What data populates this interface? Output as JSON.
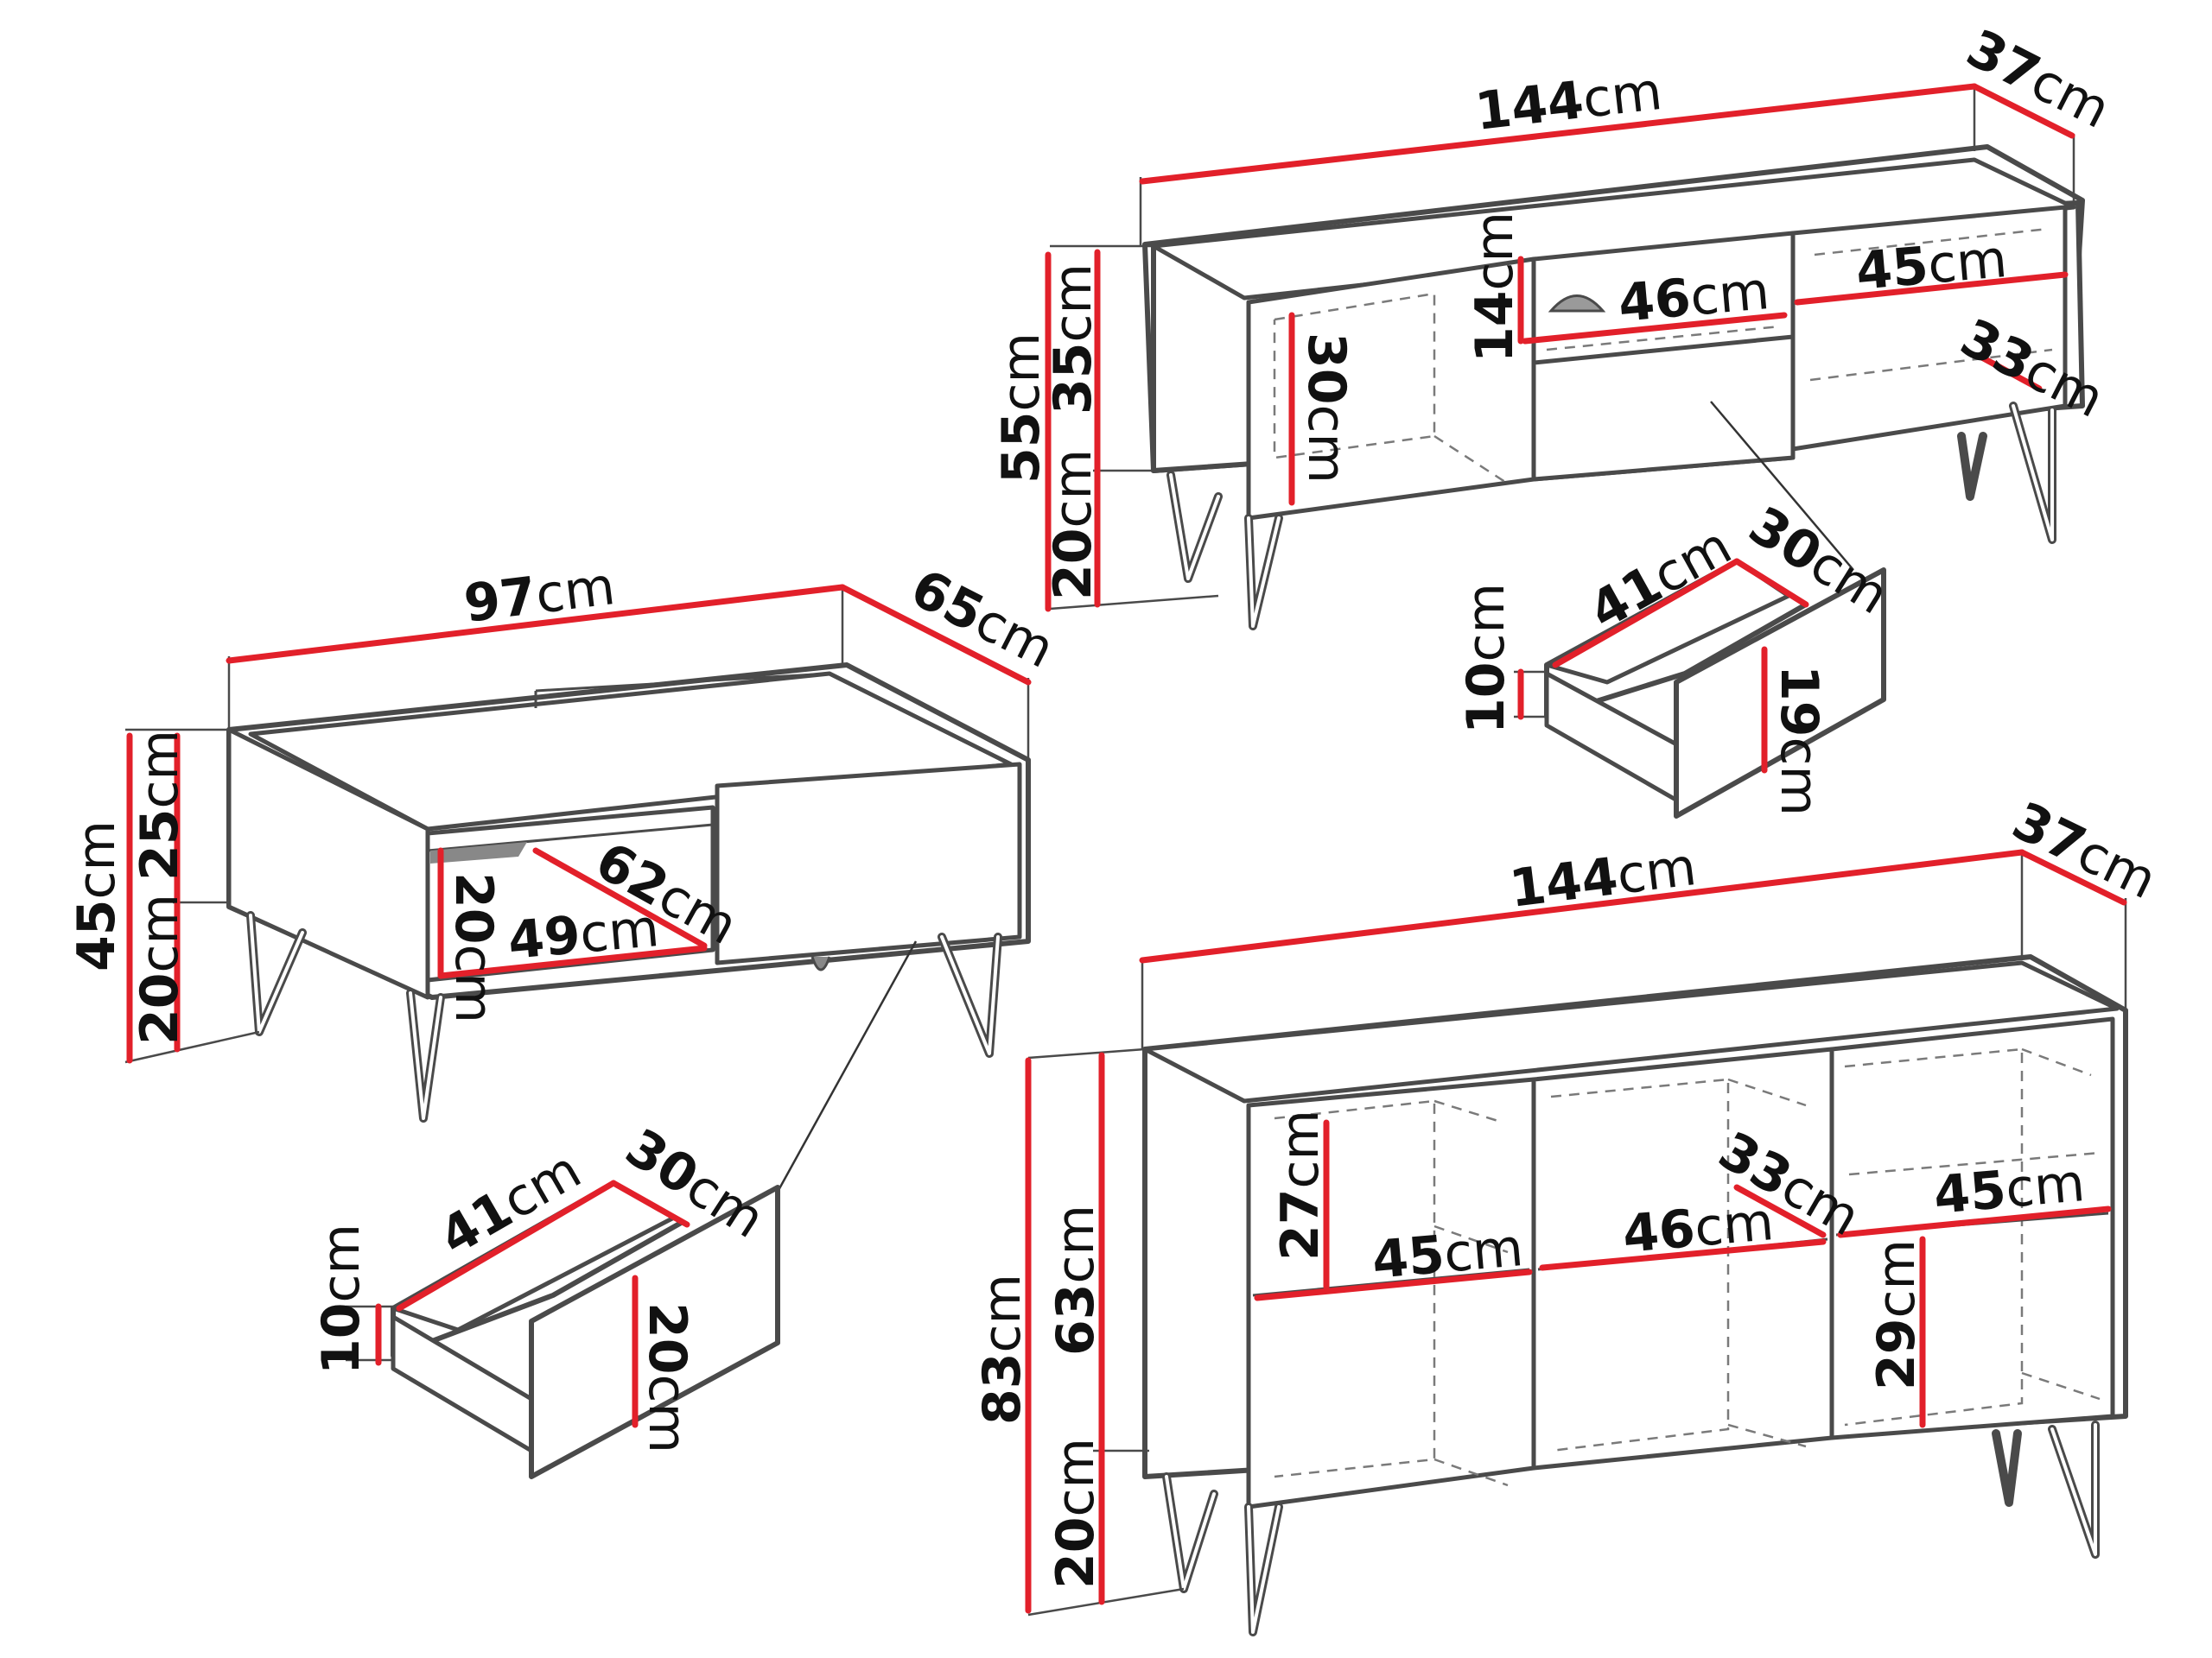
{
  "colors": {
    "dimension": "#e2202a",
    "outline": "#4a4a4a",
    "text": "#111111",
    "background": "#ffffff"
  },
  "tv_cabinet": {
    "width": {
      "num": "144",
      "unit": "cm"
    },
    "depth": {
      "num": "37",
      "unit": "cm"
    },
    "total_height": {
      "num": "55",
      "unit": "cm"
    },
    "body_height": {
      "num": "35",
      "unit": "cm"
    },
    "leg_height": {
      "num": "20",
      "unit": "cm"
    },
    "shelf_height": {
      "num": "30",
      "unit": "cm"
    },
    "niche_height": {
      "num": "14",
      "unit": "cm"
    },
    "niche_width": {
      "num": "46",
      "unit": "cm"
    },
    "right_width": {
      "num": "45",
      "unit": "cm"
    },
    "right_depth": {
      "num": "33",
      "unit": "cm"
    }
  },
  "tv_drawer": {
    "width": {
      "num": "41",
      "unit": "cm"
    },
    "depth": {
      "num": "30",
      "unit": "cm"
    },
    "inner_height": {
      "num": "10",
      "unit": "cm"
    },
    "front_height": {
      "num": "19",
      "unit": "cm"
    }
  },
  "coffee_table": {
    "width": {
      "num": "97",
      "unit": "cm"
    },
    "depth": {
      "num": "65",
      "unit": "cm"
    },
    "total_height": {
      "num": "45",
      "unit": "cm"
    },
    "body_height": {
      "num": "25",
      "unit": "cm"
    },
    "leg_height": {
      "num": "20",
      "unit": "cm"
    },
    "shelf_height": {
      "num": "20",
      "unit": "cm"
    },
    "shelf_width": {
      "num": "49",
      "unit": "cm"
    },
    "shelf_diag": {
      "num": "62",
      "unit": "cm"
    }
  },
  "table_drawer": {
    "width": {
      "num": "41",
      "unit": "cm"
    },
    "depth": {
      "num": "30",
      "unit": "cm"
    },
    "inner_height": {
      "num": "10",
      "unit": "cm"
    },
    "front_height": {
      "num": "20",
      "unit": "cm"
    }
  },
  "sideboard": {
    "width": {
      "num": "144",
      "unit": "cm"
    },
    "depth": {
      "num": "37",
      "unit": "cm"
    },
    "total_height": {
      "num": "83",
      "unit": "cm"
    },
    "body_height": {
      "num": "63",
      "unit": "cm"
    },
    "leg_height": {
      "num": "20",
      "unit": "cm"
    },
    "upper_shelf_height": {
      "num": "27",
      "unit": "cm"
    },
    "left_width": {
      "num": "45",
      "unit": "cm"
    },
    "mid_width": {
      "num": "46",
      "unit": "cm"
    },
    "mid_depth": {
      "num": "33",
      "unit": "cm"
    },
    "right_width": {
      "num": "45",
      "unit": "cm"
    },
    "lower_shelf_height": {
      "num": "29",
      "unit": "cm"
    }
  }
}
